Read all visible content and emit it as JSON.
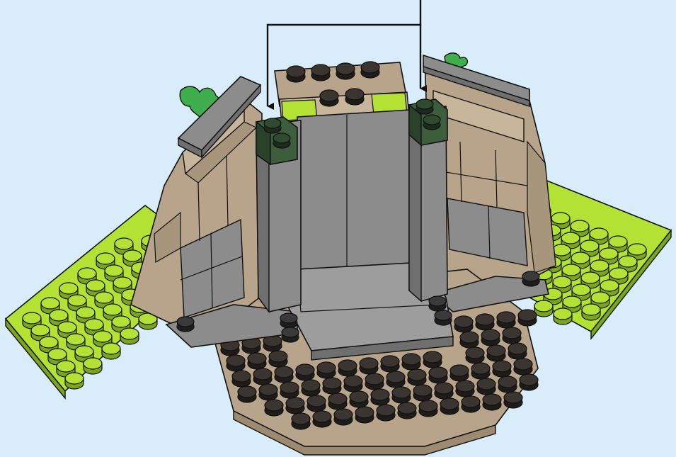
{
  "step": {
    "title": "",
    "callout_count": 2,
    "parts_placed": [
      "dark-green-1x1-brick",
      "dark-green-1x1-brick"
    ]
  },
  "colors": {
    "background": "#d8ecfa",
    "lime": "#b3e234",
    "lime_stud": "#a4d52a",
    "tan": "#b8a48a",
    "tan_light": "#c8b69c",
    "tan_dark": "#9e8a70",
    "gray": "#8c8c8c",
    "gray_light": "#9d9d9d",
    "gray_dark": "#6f6f6f",
    "dark_green": "#3c5e3c",
    "stud_dark": "#2e2a26",
    "leaf": "#3fae4c",
    "outline": "#111111"
  }
}
